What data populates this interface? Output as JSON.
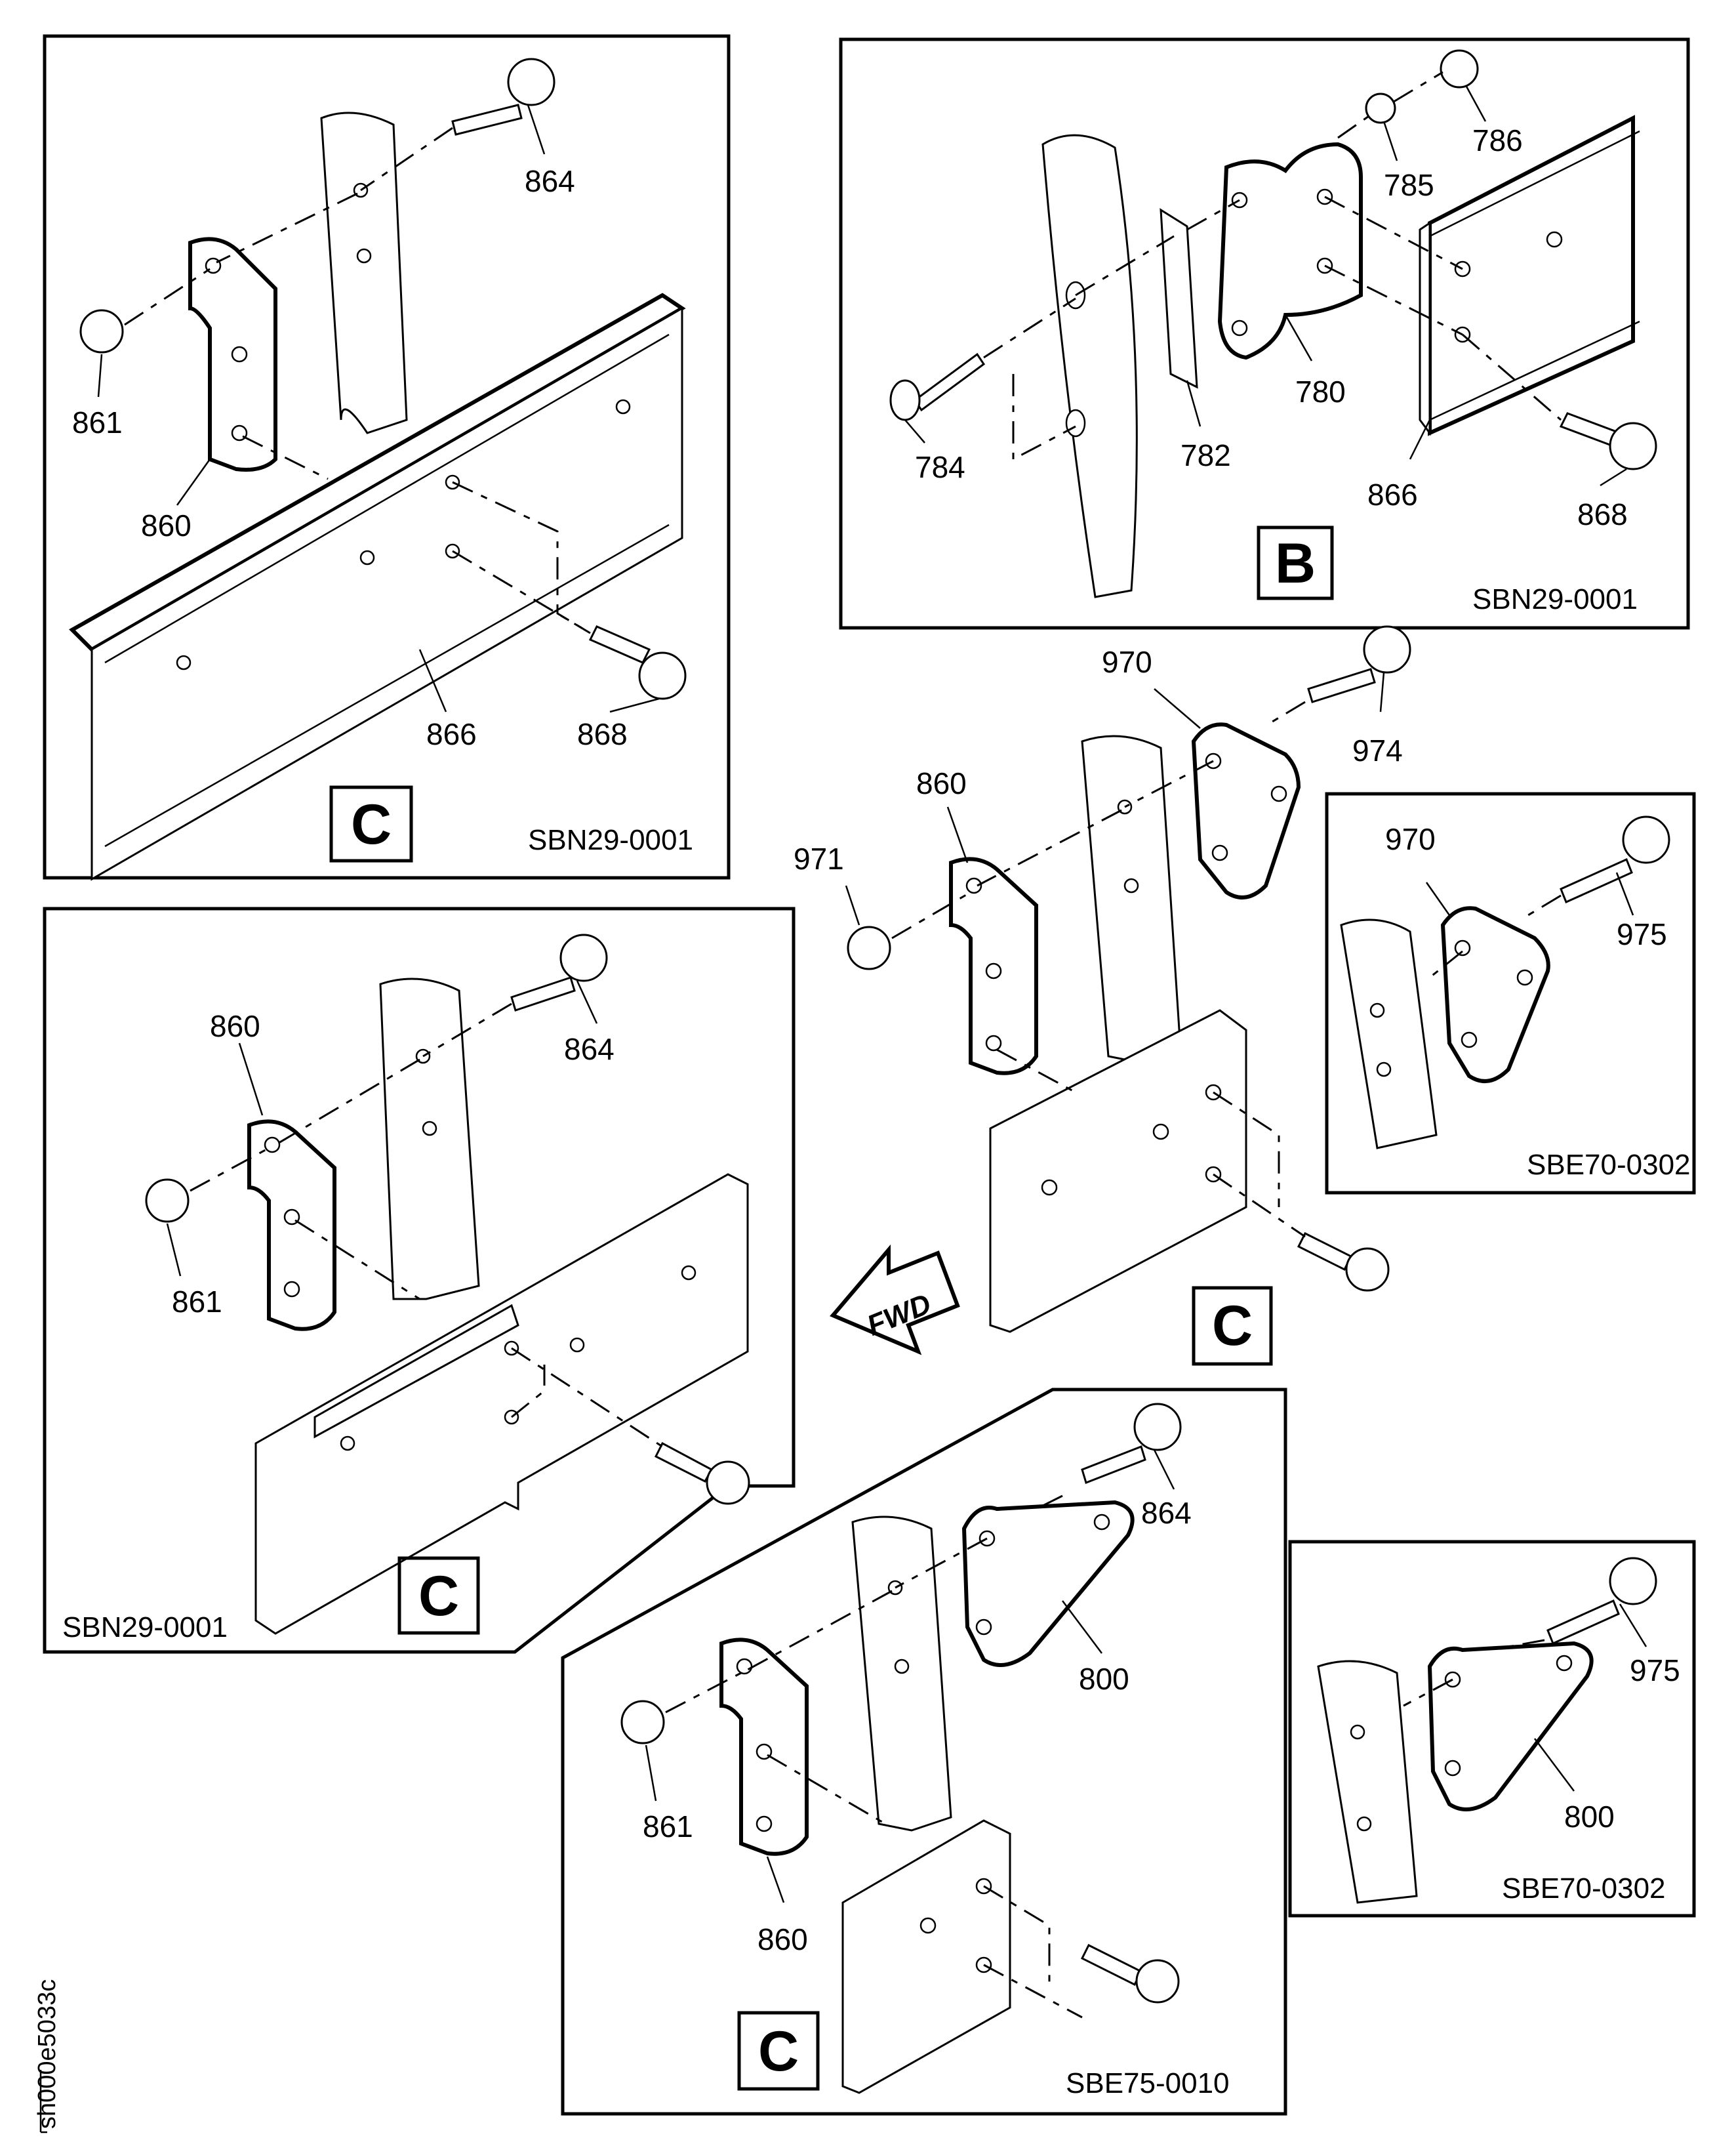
{
  "figure_id": "sh000e5033c",
  "fwd_label": "FWD",
  "panels": [
    {
      "id": "top-left",
      "view_letter": "C",
      "reference": "SBN29-0001",
      "callouts": [
        "864",
        "861",
        "860",
        "866",
        "868"
      ]
    },
    {
      "id": "top-right",
      "view_letter": "B",
      "reference": "SBN29-0001",
      "callouts": [
        "786",
        "785",
        "780",
        "784",
        "782",
        "866",
        "868"
      ]
    },
    {
      "id": "middle-left",
      "view_letter": "C",
      "reference": "SBN29-0001",
      "callouts": [
        "860",
        "864",
        "861"
      ]
    },
    {
      "id": "center",
      "view_letter": "C",
      "reference": "",
      "callouts": [
        "970",
        "974",
        "860",
        "971"
      ]
    },
    {
      "id": "right-upper",
      "view_letter": "",
      "reference": "SBE70-0302",
      "callouts": [
        "970",
        "975"
      ]
    },
    {
      "id": "bottom-center",
      "view_letter": "C",
      "reference": "SBE75-0010",
      "callouts": [
        "864",
        "800",
        "861",
        "860"
      ]
    },
    {
      "id": "right-lower",
      "view_letter": "",
      "reference": "SBE70-0302",
      "callouts": [
        "975",
        "800"
      ]
    }
  ]
}
